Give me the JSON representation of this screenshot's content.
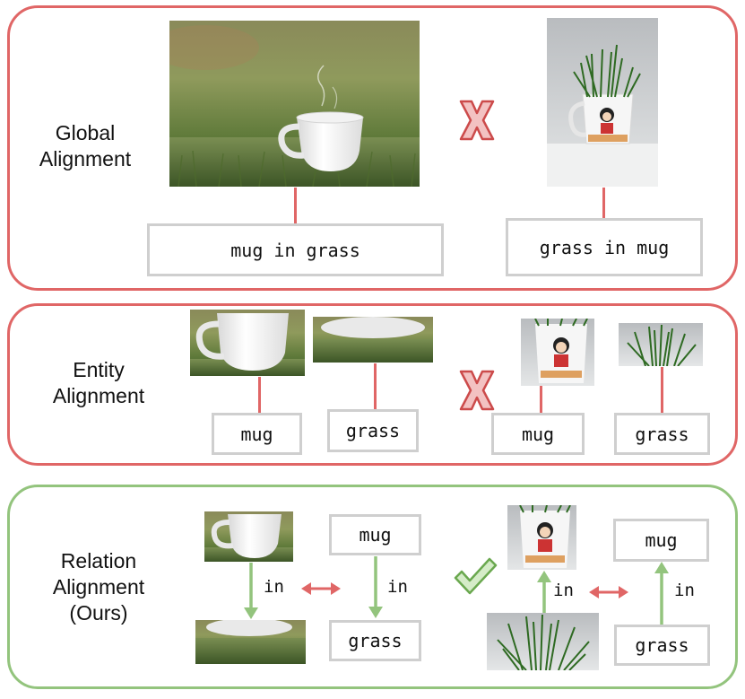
{
  "colors": {
    "red": "#e06666",
    "green": "#93c47d",
    "box_border": "#cfcfcf"
  },
  "global": {
    "label": "Global\nAlignment",
    "caption_left": "mug in grass",
    "caption_right": "grass in mug"
  },
  "entity": {
    "label": "Entity\nAlignment",
    "boxes": [
      "mug",
      "grass",
      "mug",
      "grass"
    ]
  },
  "relation": {
    "label": "Relation\nAlignment\n(Ours)",
    "left_rel": "in",
    "left_text_rel": "in",
    "right_rel": "in",
    "right_text_rel": "in",
    "box_mug_left": "mug",
    "box_grass_left": "grass",
    "box_mug_right": "mug",
    "box_grass_right": "grass"
  },
  "icons": {
    "mismatch": "x-mark-icon",
    "match": "check-mark-icon",
    "bidirectional": "double-arrow-icon"
  }
}
